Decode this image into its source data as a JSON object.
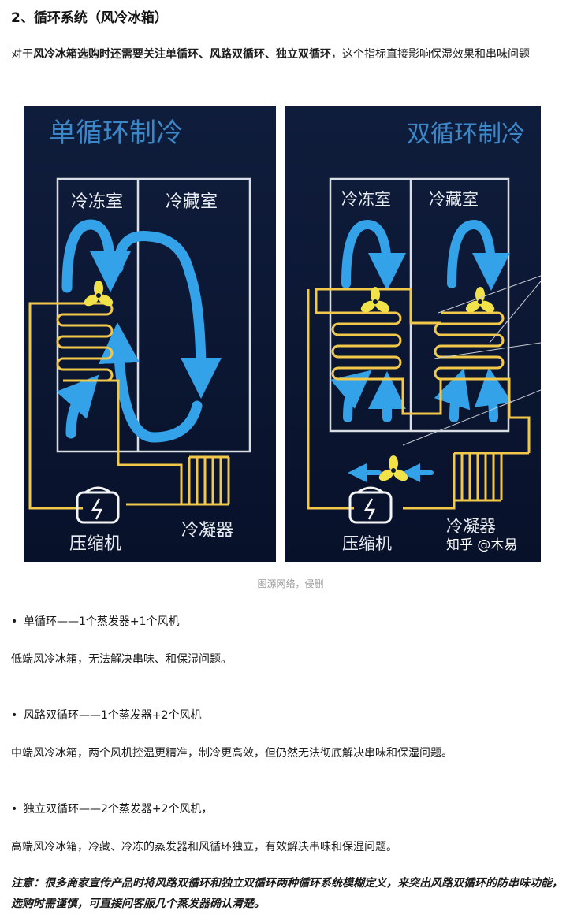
{
  "heading": "2、循环系统（风冷冰箱）",
  "intro": {
    "prefix": "对于",
    "bold": "风冷冰箱选购时还需要关注单循环、风路双循环、独立双循环",
    "suffix": "，这个指标直接影响保湿效果和串味问题"
  },
  "figure": {
    "left_panel": {
      "title": "单循环制冷",
      "freezer_label": "冷冻室",
      "fridge_label": "冷藏室",
      "condenser_label": "冷凝器",
      "compressor_label": "压缩机"
    },
    "right_panel": {
      "title": "双循环制冷",
      "freezer_label": "冷冻室",
      "fridge_label": "冷藏室",
      "condenser_label": "冷凝器",
      "compressor_label": "压缩机",
      "watermark": "知乎 @木易"
    },
    "caption": "图源网络，侵删",
    "colors": {
      "background": "#0c1631",
      "pipe": "#f2c84b",
      "airflow": "#33a2e8",
      "fan": "#f1e24a",
      "frame": "#d9dde4"
    }
  },
  "sections": [
    {
      "bullet": "单循环——1个蒸发器+1个风机",
      "description": "低端风冷冰箱，无法解决串味、和保湿问题。"
    },
    {
      "bullet": "风路双循环——1个蒸发器+2个风机",
      "description": "中端风冷冰箱，两个风机控温更精准，制冷更高效，但仍然无法彻底解决串味和保湿问题。"
    },
    {
      "bullet": "独立双循环——2个蒸发器+2个风机，",
      "description": "高端风冷冰箱，冷藏、冷冻的蒸发器和风循环独立，有效解决串味和保湿问题。"
    }
  ],
  "note": "注意：很多商家宣传产品时将风路双循环和独立双循环两种循环系统模糊定义，来突出风路双循环的防串味功能，选购时需谨慎，可直接问客服几个蒸发器确认清楚。"
}
